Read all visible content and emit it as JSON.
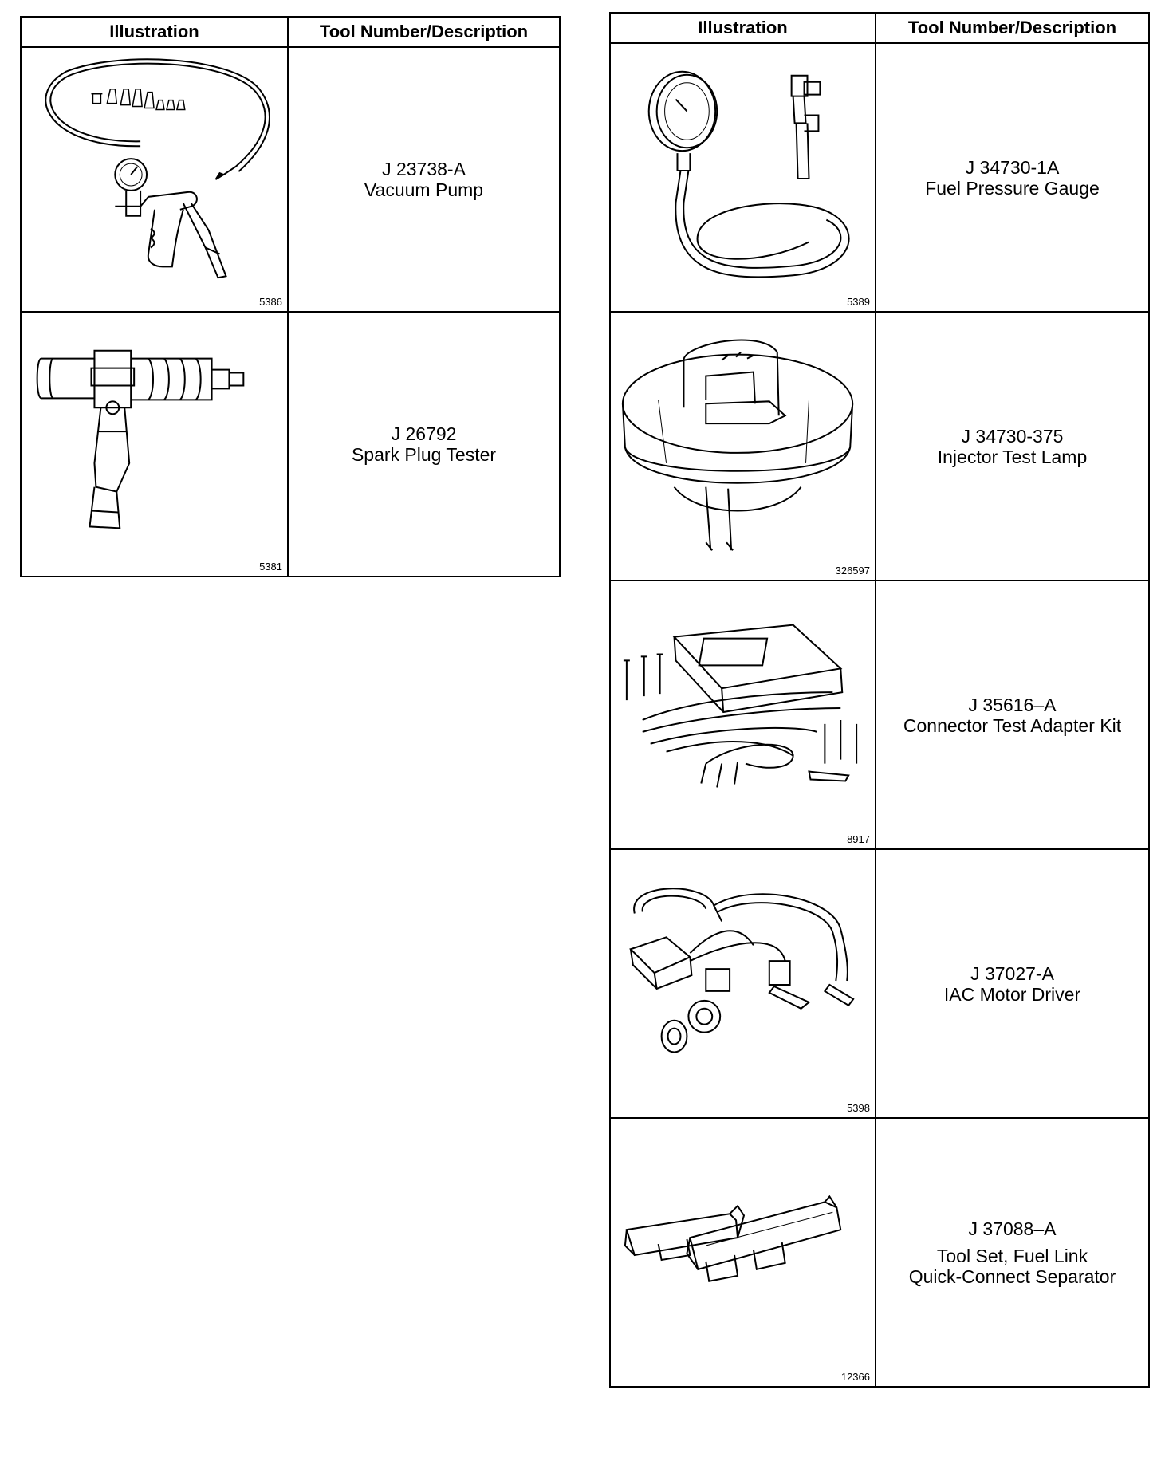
{
  "headers": {
    "illustration": "Illustration",
    "description": "Tool Number/Description"
  },
  "left_table": [
    {
      "tool_number": "J 23738-A",
      "name": "Vacuum Pump",
      "figure": "5386",
      "icon": "vacuum-pump-icon"
    },
    {
      "tool_number": "J 26792",
      "name": "Spark Plug Tester",
      "figure": "5381",
      "icon": "spark-plug-tester-icon"
    }
  ],
  "right_table": [
    {
      "tool_number": "J 34730-1A",
      "name": "Fuel Pressure Gauge",
      "figure": "5389",
      "icon": "fuel-pressure-gauge-icon"
    },
    {
      "tool_number": "J 34730-375",
      "name": "Injector Test Lamp",
      "figure": "326597",
      "icon": "injector-test-lamp-icon"
    },
    {
      "tool_number": "J 35616–A",
      "name": "Connector Test Adapter Kit",
      "figure": "8917",
      "icon": "connector-test-adapter-kit-icon"
    },
    {
      "tool_number": "J 37027-A",
      "name": "IAC Motor Driver",
      "figure": "5398",
      "icon": "iac-motor-driver-icon"
    },
    {
      "tool_number": "J 37088–A",
      "name_line1": "Tool Set, Fuel Link",
      "name_line2": "Quick-Connect Separator",
      "figure": "12366",
      "icon": "quick-connect-separator-icon"
    }
  ]
}
